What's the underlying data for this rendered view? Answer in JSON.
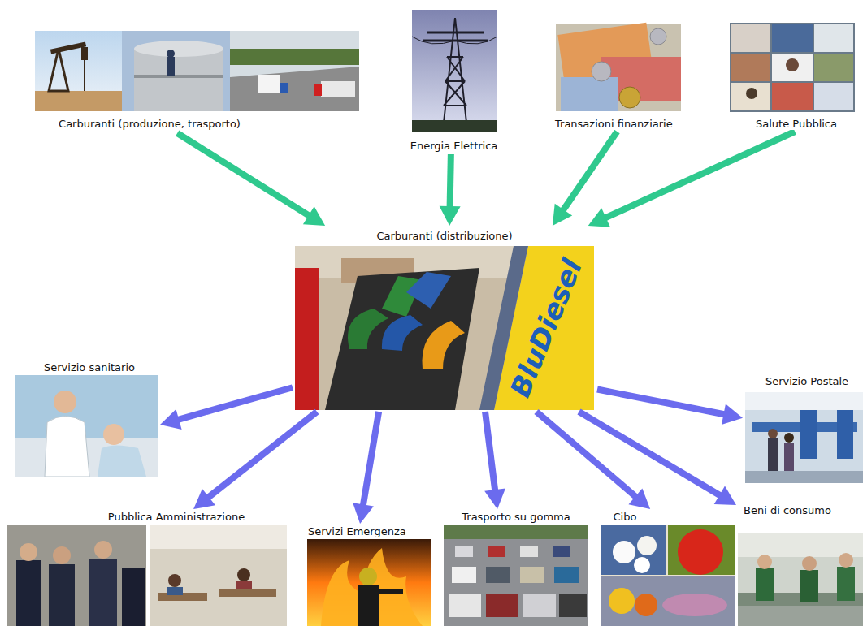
{
  "diagram": {
    "nodes": [
      {
        "text": [
          "Carburanti (produzione, trasporto)"
        ]
      },
      {
        "text": [
          "Energia Elettrica"
        ]
      },
      {
        "text": [
          "Transazioni finanziarie"
        ]
      },
      {
        "text": [
          "Salute Pubblica"
        ]
      },
      {
        "text": [
          "Carburanti (distribuzione)"
        ]
      },
      {
        "text": [
          "Servizio sanitario"
        ]
      },
      {
        "text": [
          "Servizio Postale"
        ]
      },
      {
        "text": [
          "Pubblica Amministrazione"
        ]
      },
      {
        "text": [
          "Servizi Emergenza"
        ]
      },
      {
        "text": [
          "Trasporto su gomma"
        ]
      },
      {
        "text": [
          "Cibo"
        ]
      },
      {
        "text": [
          "Beni di consumo"
        ]
      }
    ],
    "edges": [
      {
        "from": 0,
        "to": 4,
        "arrow": "to"
      },
      {
        "from": 1,
        "to": 4,
        "arrow": "to"
      },
      {
        "from": 2,
        "to": 4,
        "arrow": "to"
      },
      {
        "from": 3,
        "to": 4,
        "arrow": "to"
      },
      {
        "from": 4,
        "to": 5,
        "arrow": "to"
      },
      {
        "from": 4,
        "to": 6,
        "arrow": "to"
      },
      {
        "from": 4,
        "to": 7,
        "arrow": "to"
      },
      {
        "from": 4,
        "to": 8,
        "arrow": "to"
      },
      {
        "from": 4,
        "to": 9,
        "arrow": "to"
      },
      {
        "from": 4,
        "to": 10,
        "arrow": "to"
      },
      {
        "from": 4,
        "to": 11,
        "arrow": "to"
      }
    ],
    "labels": [
      "BluDiesel"
    ]
  }
}
